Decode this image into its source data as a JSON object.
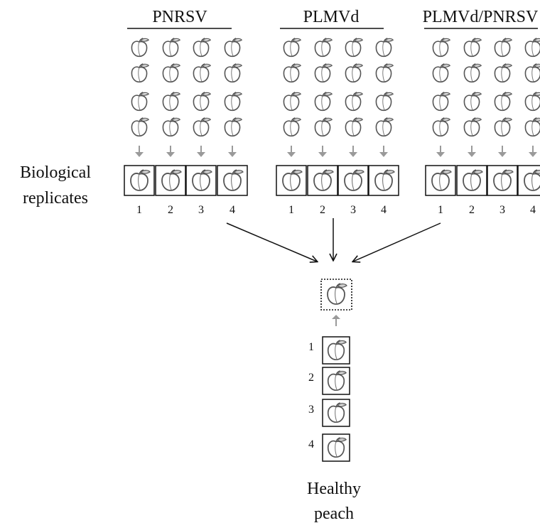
{
  "groups": [
    {
      "label": "PNRSV",
      "replicate_numbers": [
        "1",
        "2",
        "3",
        "4"
      ]
    },
    {
      "label": "PLMVd",
      "replicate_numbers": [
        "1",
        "2",
        "3",
        "4"
      ]
    },
    {
      "label": "PLMVd/PNRSV",
      "replicate_numbers": [
        "1",
        "2",
        "3",
        "4"
      ]
    }
  ],
  "side_label": {
    "line1": "Biological",
    "line2": "replicates"
  },
  "healthy": {
    "replicate_numbers": [
      "1",
      "2",
      "3",
      "4"
    ],
    "label_line1": "Healthy",
    "label_line2": "peach"
  },
  "colors": {
    "text": "#111111",
    "box_stroke": "#111111",
    "arrow_gray": "#9a9a9a",
    "peach_stroke": "#555555",
    "dotted_box": "#111111"
  },
  "icons": {
    "peach": "peach-icon",
    "down_arrow": "gray-down-arrow-icon",
    "up_arrow": "gray-up-arrow-icon",
    "converging_arrow": "converging-arrow-icon"
  }
}
